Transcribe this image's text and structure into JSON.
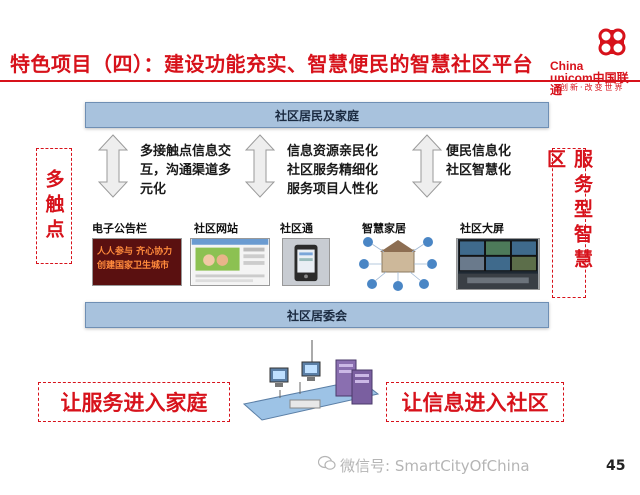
{
  "header": {
    "title": "特色项目（四）：建设功能充实、智慧便民的智慧社区平台",
    "logo_line1": "China",
    "logo_line2": "unicom中国联通",
    "logo_slogan": "创新·改变世界"
  },
  "diagram": {
    "top_bar": "社区居民及家庭",
    "middle_bar": "社区居委会",
    "left_side": "多触点",
    "right_side": "服务型智慧区",
    "features": [
      "多接触点信息交\n互，沟通渠道多\n元化",
      "信息资源亲民化\n社区服务精细化\n服务项目人性化",
      "便民信息化\n社区智慧化"
    ],
    "touchpoints": [
      {
        "label": "电子公告栏",
        "icon": "led-billboard-icon",
        "screen_text_1": "人人参与  齐心协力",
        "screen_text_2": "创建国家卫生城市"
      },
      {
        "label": "社区网站",
        "icon": "website-icon"
      },
      {
        "label": "社区通",
        "icon": "mobile-device-icon"
      },
      {
        "label": "智慧家居",
        "icon": "smart-home-icon"
      },
      {
        "label": "社区大屏",
        "icon": "video-wall-icon"
      }
    ],
    "banner_left": "让服务进入家庭",
    "banner_right": "让信息进入社区"
  },
  "footer": {
    "watermark": "微信号: SmartCityOfChina",
    "page_number": "45"
  },
  "colors": {
    "accent": "#d7121b",
    "bar": "#a8c2dd"
  }
}
